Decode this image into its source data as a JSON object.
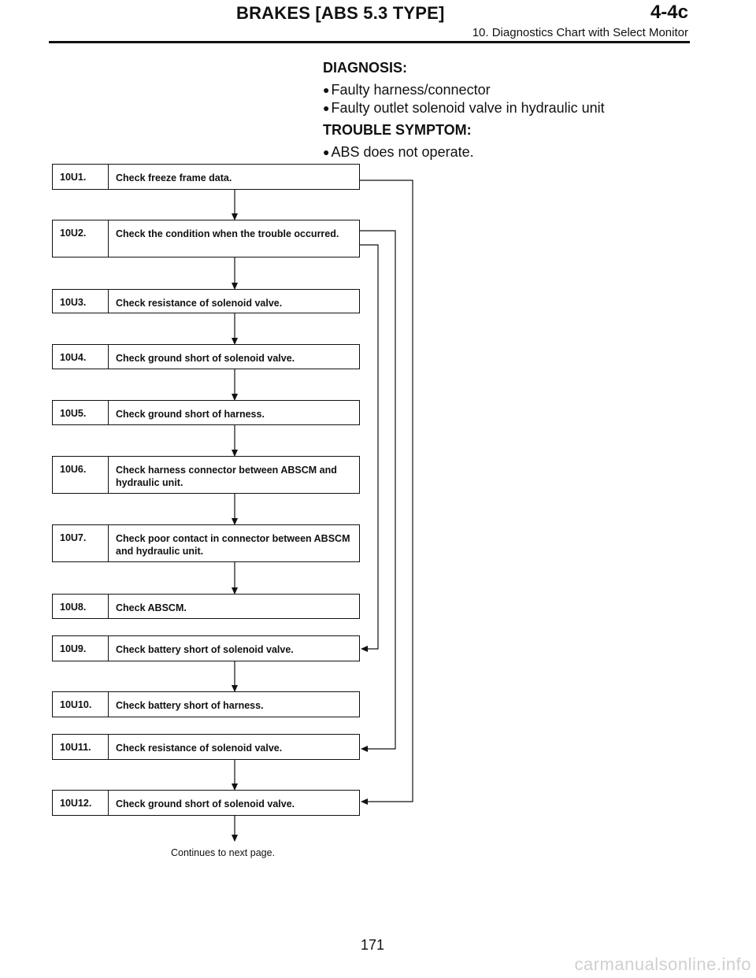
{
  "header": {
    "title": "BRAKES [ABS 5.3 TYPE]",
    "section": "4-4c",
    "subtitle": "10. Diagnostics Chart with Select Monitor"
  },
  "diagnosis": {
    "heading": "DIAGNOSIS:",
    "items": [
      "Faulty harness/connector",
      "Faulty outlet solenoid valve in hydraulic unit"
    ]
  },
  "trouble_symptom": {
    "heading": "TROUBLE SYMPTOM:",
    "items": [
      "ABS does not operate."
    ]
  },
  "steps": [
    {
      "id": "10U1.",
      "text": "Check freeze frame data."
    },
    {
      "id": "10U2.",
      "text": "Check the condition when the trouble occurred."
    },
    {
      "id": "10U3.",
      "text": "Check resistance of solenoid valve."
    },
    {
      "id": "10U4.",
      "text": "Check ground short of solenoid valve."
    },
    {
      "id": "10U5.",
      "text": "Check ground short of harness."
    },
    {
      "id": "10U6.",
      "text": "Check harness connector between ABSCM and hydraulic unit."
    },
    {
      "id": "10U7.",
      "text": "Check poor contact in connector between ABSCM and hydraulic unit."
    },
    {
      "id": "10U8.",
      "text": "Check ABSCM."
    },
    {
      "id": "10U9.",
      "text": "Check battery short of solenoid valve."
    },
    {
      "id": "10U10.",
      "text": "Check battery short of harness."
    },
    {
      "id": "10U11.",
      "text": "Check resistance of solenoid valve."
    },
    {
      "id": "10U12.",
      "text": "Check ground short of solenoid valve."
    }
  ],
  "continues_note": "Continues to next page.",
  "page_number": "171",
  "watermark": "carmanualsonline.info"
}
